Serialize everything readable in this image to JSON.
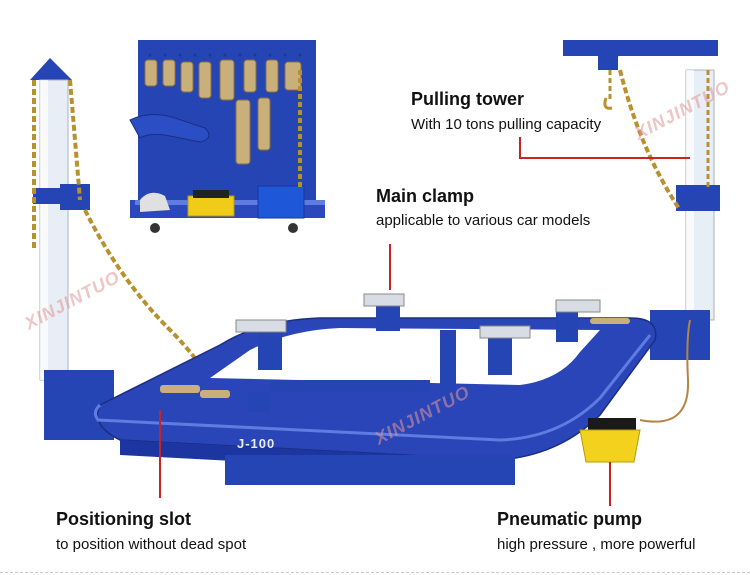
{
  "labels": {
    "pulling_tower": {
      "title": "Pulling tower",
      "subtitle": "With 10 tons pulling capacity"
    },
    "main_clamp": {
      "title": "Main clamp",
      "subtitle": "applicable to various car models"
    },
    "positioning_slot": {
      "title": "Positioning slot",
      "subtitle": "to position without dead spot"
    },
    "pneumatic_pump": {
      "title": "Pneumatic pump",
      "subtitle": "high pressure , more powerful"
    }
  },
  "frame_marking": "J-100",
  "watermark": "XINJINTUO",
  "colors": {
    "frame_blue": "#2a45b8",
    "tower_white": "#e8eef6",
    "chain_gold": "#b8912e",
    "pump_yellow": "#f2d21c",
    "callout_red": "#cc2222"
  }
}
